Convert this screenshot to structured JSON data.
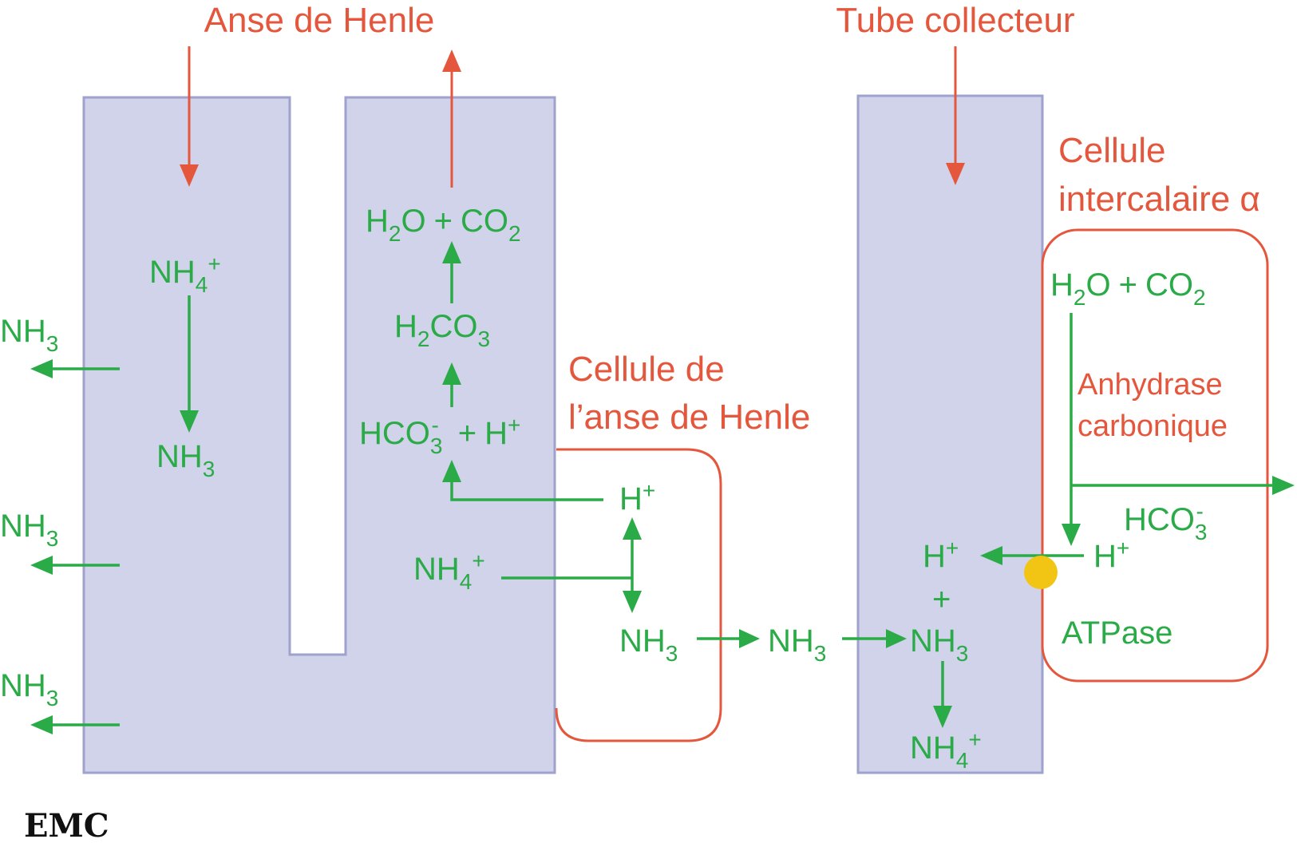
{
  "colors": {
    "tubule_fill": "#d0d3ea",
    "tubule_border": "#9ea2cd",
    "red": "#e4573d",
    "green": "#2bab48",
    "atpase_dot": "#f2c514"
  },
  "labels": {
    "anse_de_henle": "Anse de Henle",
    "tube_collecteur": "Tube collecteur",
    "cellule_anse_line1": "Cellule de",
    "cellule_anse_line2": "l’anse de Henle",
    "cellule_intercalaire_line1": "Cellule",
    "cellule_intercalaire_line2": "intercalaire α",
    "anhydrase_line1": "Anhydrase",
    "anhydrase_line2": "carbonique",
    "atpase": "ATPase"
  },
  "chem": {
    "nh": "NH",
    "h": "H",
    "o": "O",
    "co": "CO",
    "hco": "HCO",
    "plus": "+",
    "sub2": "2",
    "sub3": "3",
    "sub4": "4",
    "sup_plus": "+",
    "sup_minus": "-"
  },
  "logo": {
    "text": "EMC"
  }
}
